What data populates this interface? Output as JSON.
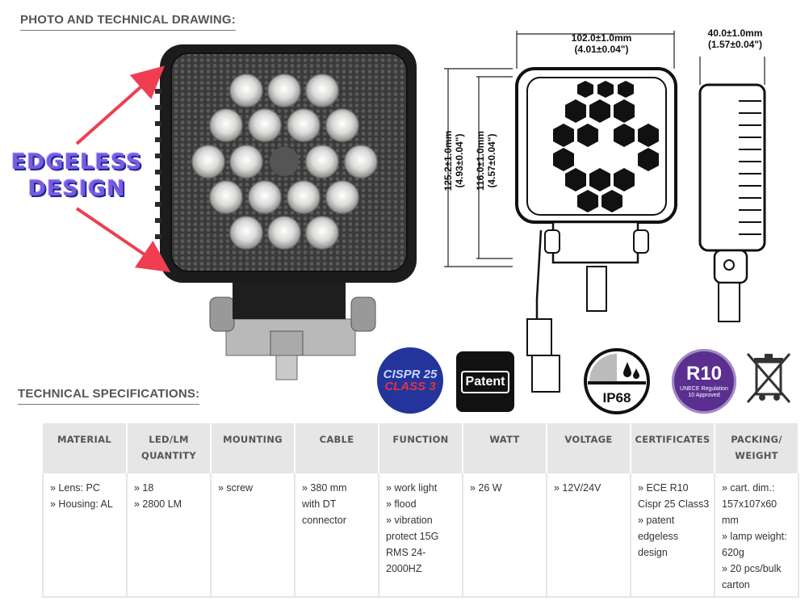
{
  "headings": {
    "photo": "PHOTO AND TECHNICAL DRAWING:",
    "specs": "TECHNICAL SPECIFICATIONS:"
  },
  "callout": {
    "line1": "EDGELESS",
    "line2": "DESIGN"
  },
  "dimensions": {
    "width_mm": "102.0±1.0mm",
    "width_in": "(4.01±0.04\")",
    "depth_mm": "40.0±1.0mm",
    "depth_in": "(1.57±0.04\")",
    "height_mm": "125.2±1.0mm",
    "height_in": "(4.93±0.04\")",
    "inner_mm": "116.0±1.0mm",
    "inner_in": "(4.57±0.04\")"
  },
  "badges": {
    "cispr_line1": "CISPR 25",
    "cispr_line2": "CLASS 3",
    "patent": "Patent",
    "ip": "IP68",
    "r10": "R10",
    "r10_sub1": "UNECE Regulation",
    "r10_sub2": "10 Approved"
  },
  "table": {
    "headers": [
      [
        "MATERIAL"
      ],
      [
        "LED/LM",
        "QUANTITY"
      ],
      [
        "MOUNTING"
      ],
      [
        "CABLE"
      ],
      [
        "FUNCTION"
      ],
      [
        "WATT"
      ],
      [
        "VOLTAGE"
      ],
      [
        "CERTIFICATES"
      ],
      [
        "PACKING/",
        "WEIGHT"
      ]
    ],
    "cells": [
      [
        "» Lens: PC",
        "» Housing: AL"
      ],
      [
        "» 18",
        "» 2800 LM"
      ],
      [
        "» screw"
      ],
      [
        "» 380 mm",
        " with DT",
        "connector"
      ],
      [
        "» work light",
        "» flood",
        "» vibration",
        "protect 15G",
        "RMS 24-2000HZ"
      ],
      [
        "» 26 W"
      ],
      [
        "» 12V/24V"
      ],
      [
        "» ECE R10",
        "Cispr 25 Class3",
        "» patent",
        "edgeless design"
      ],
      [
        "» cart. dim.:",
        "157x107x60",
        "mm",
        "» lamp weight:",
        "620g",
        "» 20 pcs/bulk",
        "carton"
      ]
    ]
  }
}
